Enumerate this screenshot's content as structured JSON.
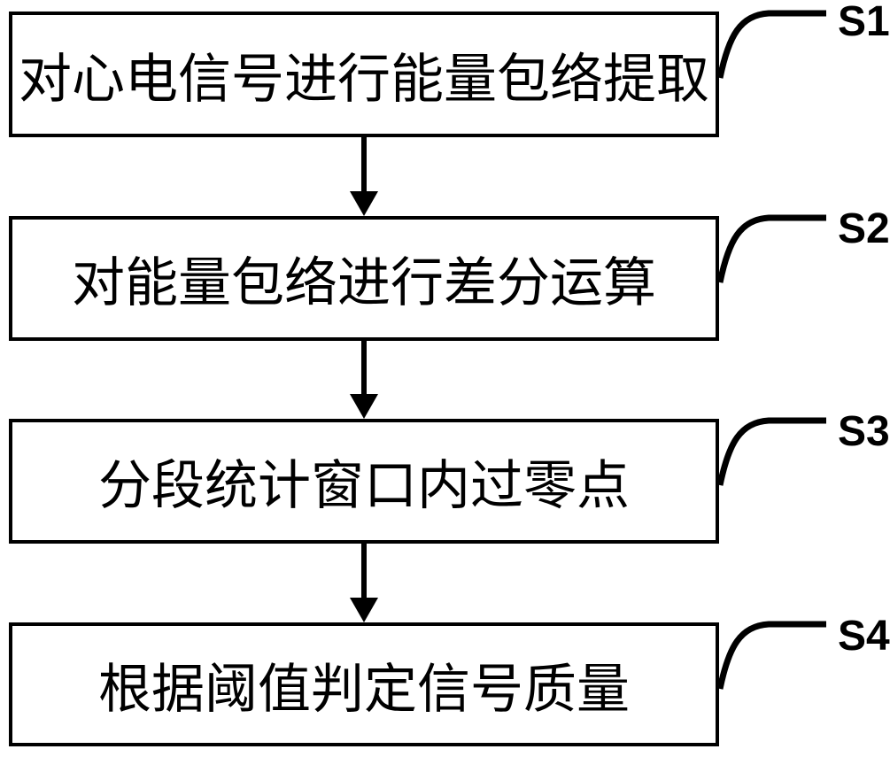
{
  "diagram": {
    "type": "flowchart",
    "orientation": "vertical",
    "colors": {
      "stroke": "#000000",
      "background": "#ffffff",
      "text": "#000000"
    },
    "steps": [
      {
        "id": "S1",
        "label": "对心电信号进行能量包络提取"
      },
      {
        "id": "S2",
        "label": "对能量包络进行差分运算"
      },
      {
        "id": "S3",
        "label": "分段统计窗口内过零点"
      },
      {
        "id": "S4",
        "label": "根据阈值判定信号质量"
      }
    ],
    "connections": [
      {
        "from": "S1",
        "to": "S2",
        "style": "arrow-down"
      },
      {
        "from": "S2",
        "to": "S3",
        "style": "arrow-down"
      },
      {
        "from": "S3",
        "to": "S4",
        "style": "arrow-down"
      }
    ]
  }
}
